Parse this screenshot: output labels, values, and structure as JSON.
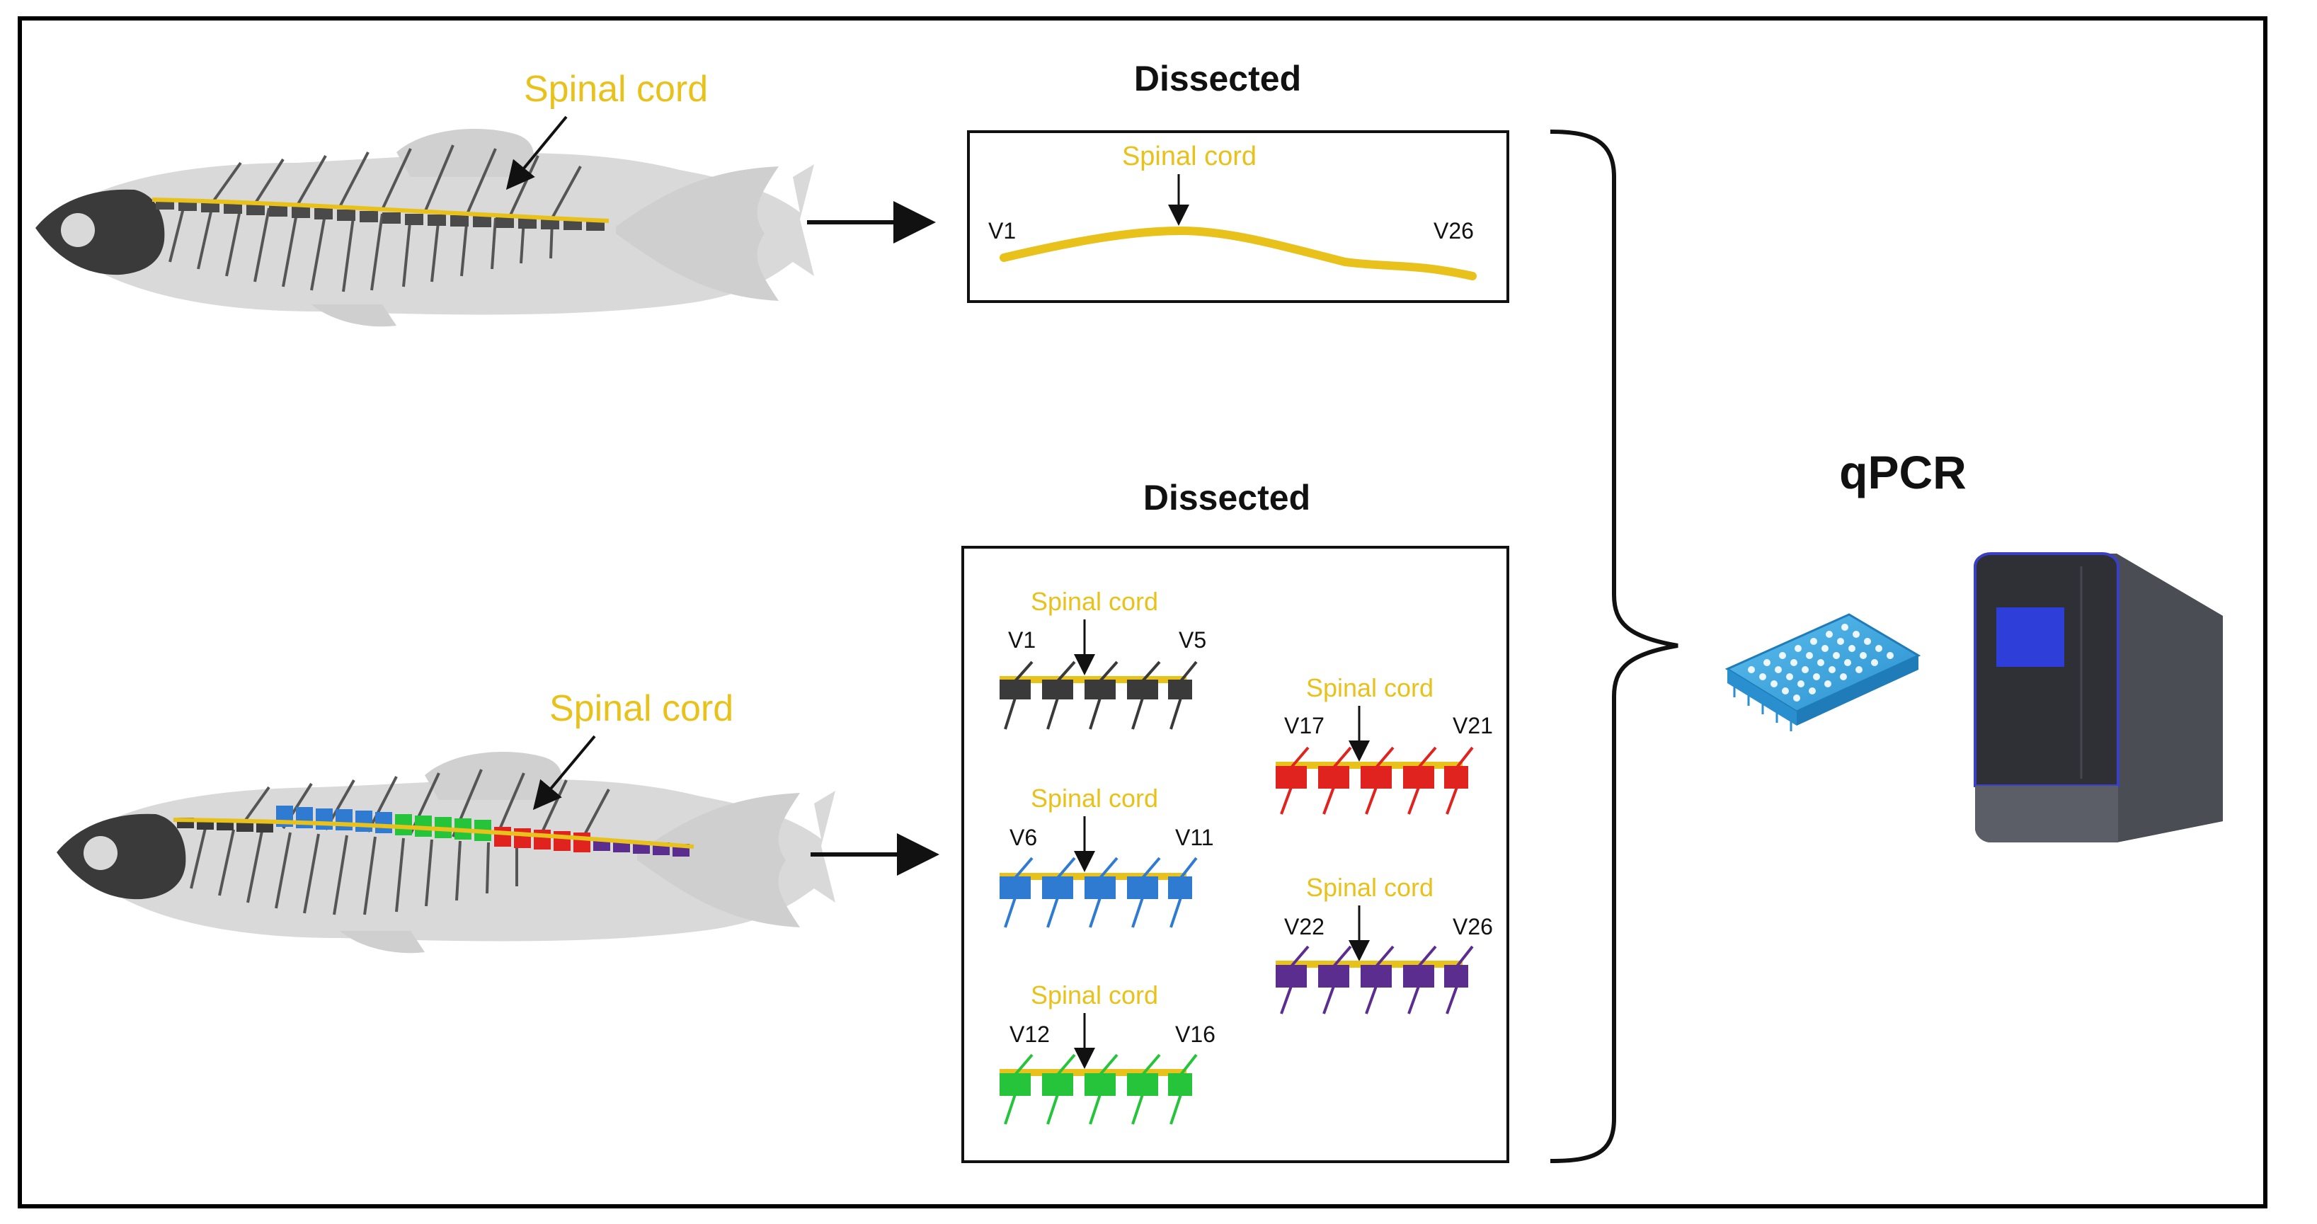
{
  "colors": {
    "spinal_cord": "#e8c21a",
    "region_1": "#3a3a3a",
    "region_2": "#2f7bd1",
    "region_3": "#25c43a",
    "region_4": "#e0231f",
    "region_5": "#5b2d8e",
    "fish_body": "#d9d9d9",
    "plate": "#3ea6e0",
    "machine": "#3d4046",
    "screen": "#2d3fd8"
  },
  "top": {
    "fish_label": "Spinal cord",
    "section_title": "Dissected",
    "box_label": "Spinal cord",
    "v_start": "V1",
    "v_end": "V26"
  },
  "bottom": {
    "fish_label": "Spinal cord",
    "section_title": "Dissected",
    "segments": [
      {
        "label": "Spinal cord",
        "v_start": "V1",
        "v_end": "V5",
        "color": "#3a3a3a"
      },
      {
        "label": "Spinal cord",
        "v_start": "V6",
        "v_end": "V11",
        "color": "#2f7bd1"
      },
      {
        "label": "Spinal cord",
        "v_start": "V12",
        "v_end": "V16",
        "color": "#25c43a"
      },
      {
        "label": "Spinal cord",
        "v_start": "V17",
        "v_end": "V21",
        "color": "#e0231f"
      },
      {
        "label": "Spinal cord",
        "v_start": "V22",
        "v_end": "V26",
        "color": "#5b2d8e"
      }
    ]
  },
  "qpcr": {
    "title": "qPCR",
    "plate_icon": "96-well-plate-icon",
    "machine_icon": "qpcr-machine-icon"
  }
}
